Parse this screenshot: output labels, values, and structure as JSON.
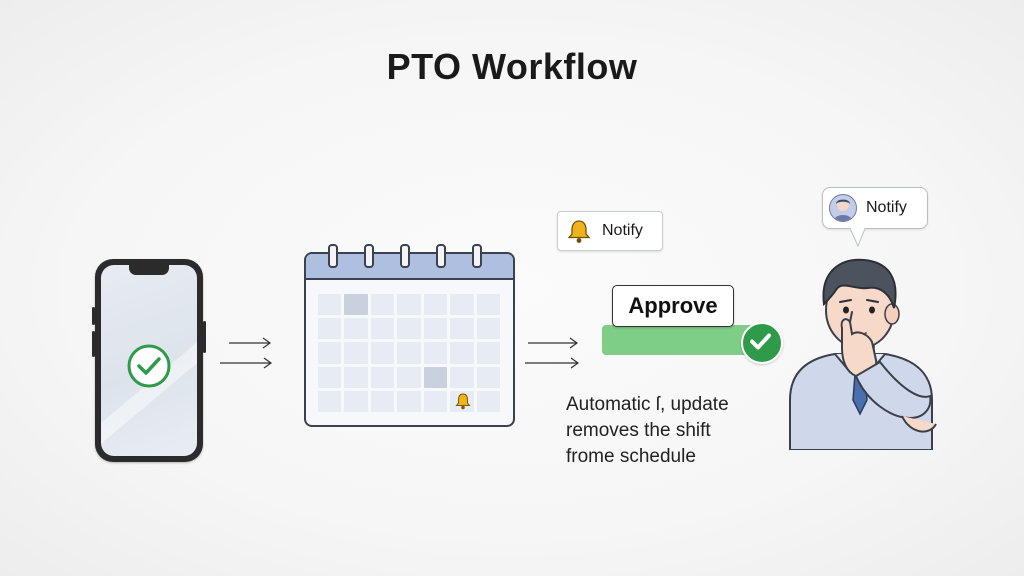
{
  "title": "PTO Workflow",
  "notify_chip": {
    "label": "Notify",
    "icon": "bell-icon"
  },
  "approve": {
    "label": "Approve",
    "icon": "check-icon"
  },
  "caption": {
    "line1": "Automatic ſ, update",
    "line2": "removes the shift",
    "line3": "frome schedule"
  },
  "speech_bubble": {
    "label": "Notify",
    "icon": "avatar-icon"
  },
  "colors": {
    "approve_bar": "#7fce86",
    "check_green": "#2f9a4a",
    "calendar_header": "#aebfe0",
    "bell": "#f2b21a"
  }
}
